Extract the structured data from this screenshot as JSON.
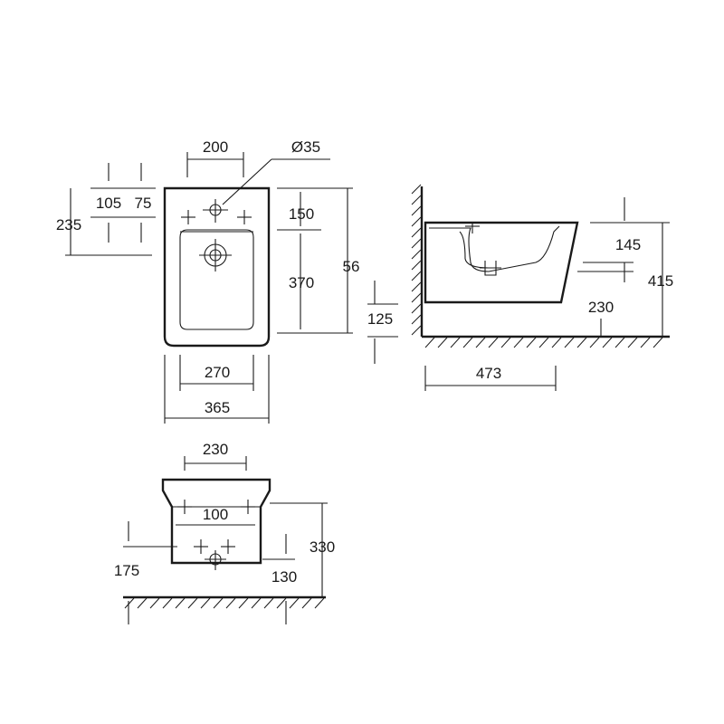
{
  "top_view": {
    "width_200": "200",
    "diameter_35": "Ø35",
    "dim_105": "105",
    "dim_75": "75",
    "dim_235": "235",
    "dim_150": "150",
    "dim_370": "370",
    "dim_56": "56",
    "dim_125": "125",
    "dim_270": "270",
    "dim_365": "365"
  },
  "side_view": {
    "dim_145": "145",
    "dim_415": "415",
    "dim_230": "230",
    "dim_473": "473"
  },
  "front_view": {
    "dim_230": "230",
    "dim_100": "100",
    "dim_330": "330",
    "dim_175": "175",
    "dim_130": "130"
  }
}
